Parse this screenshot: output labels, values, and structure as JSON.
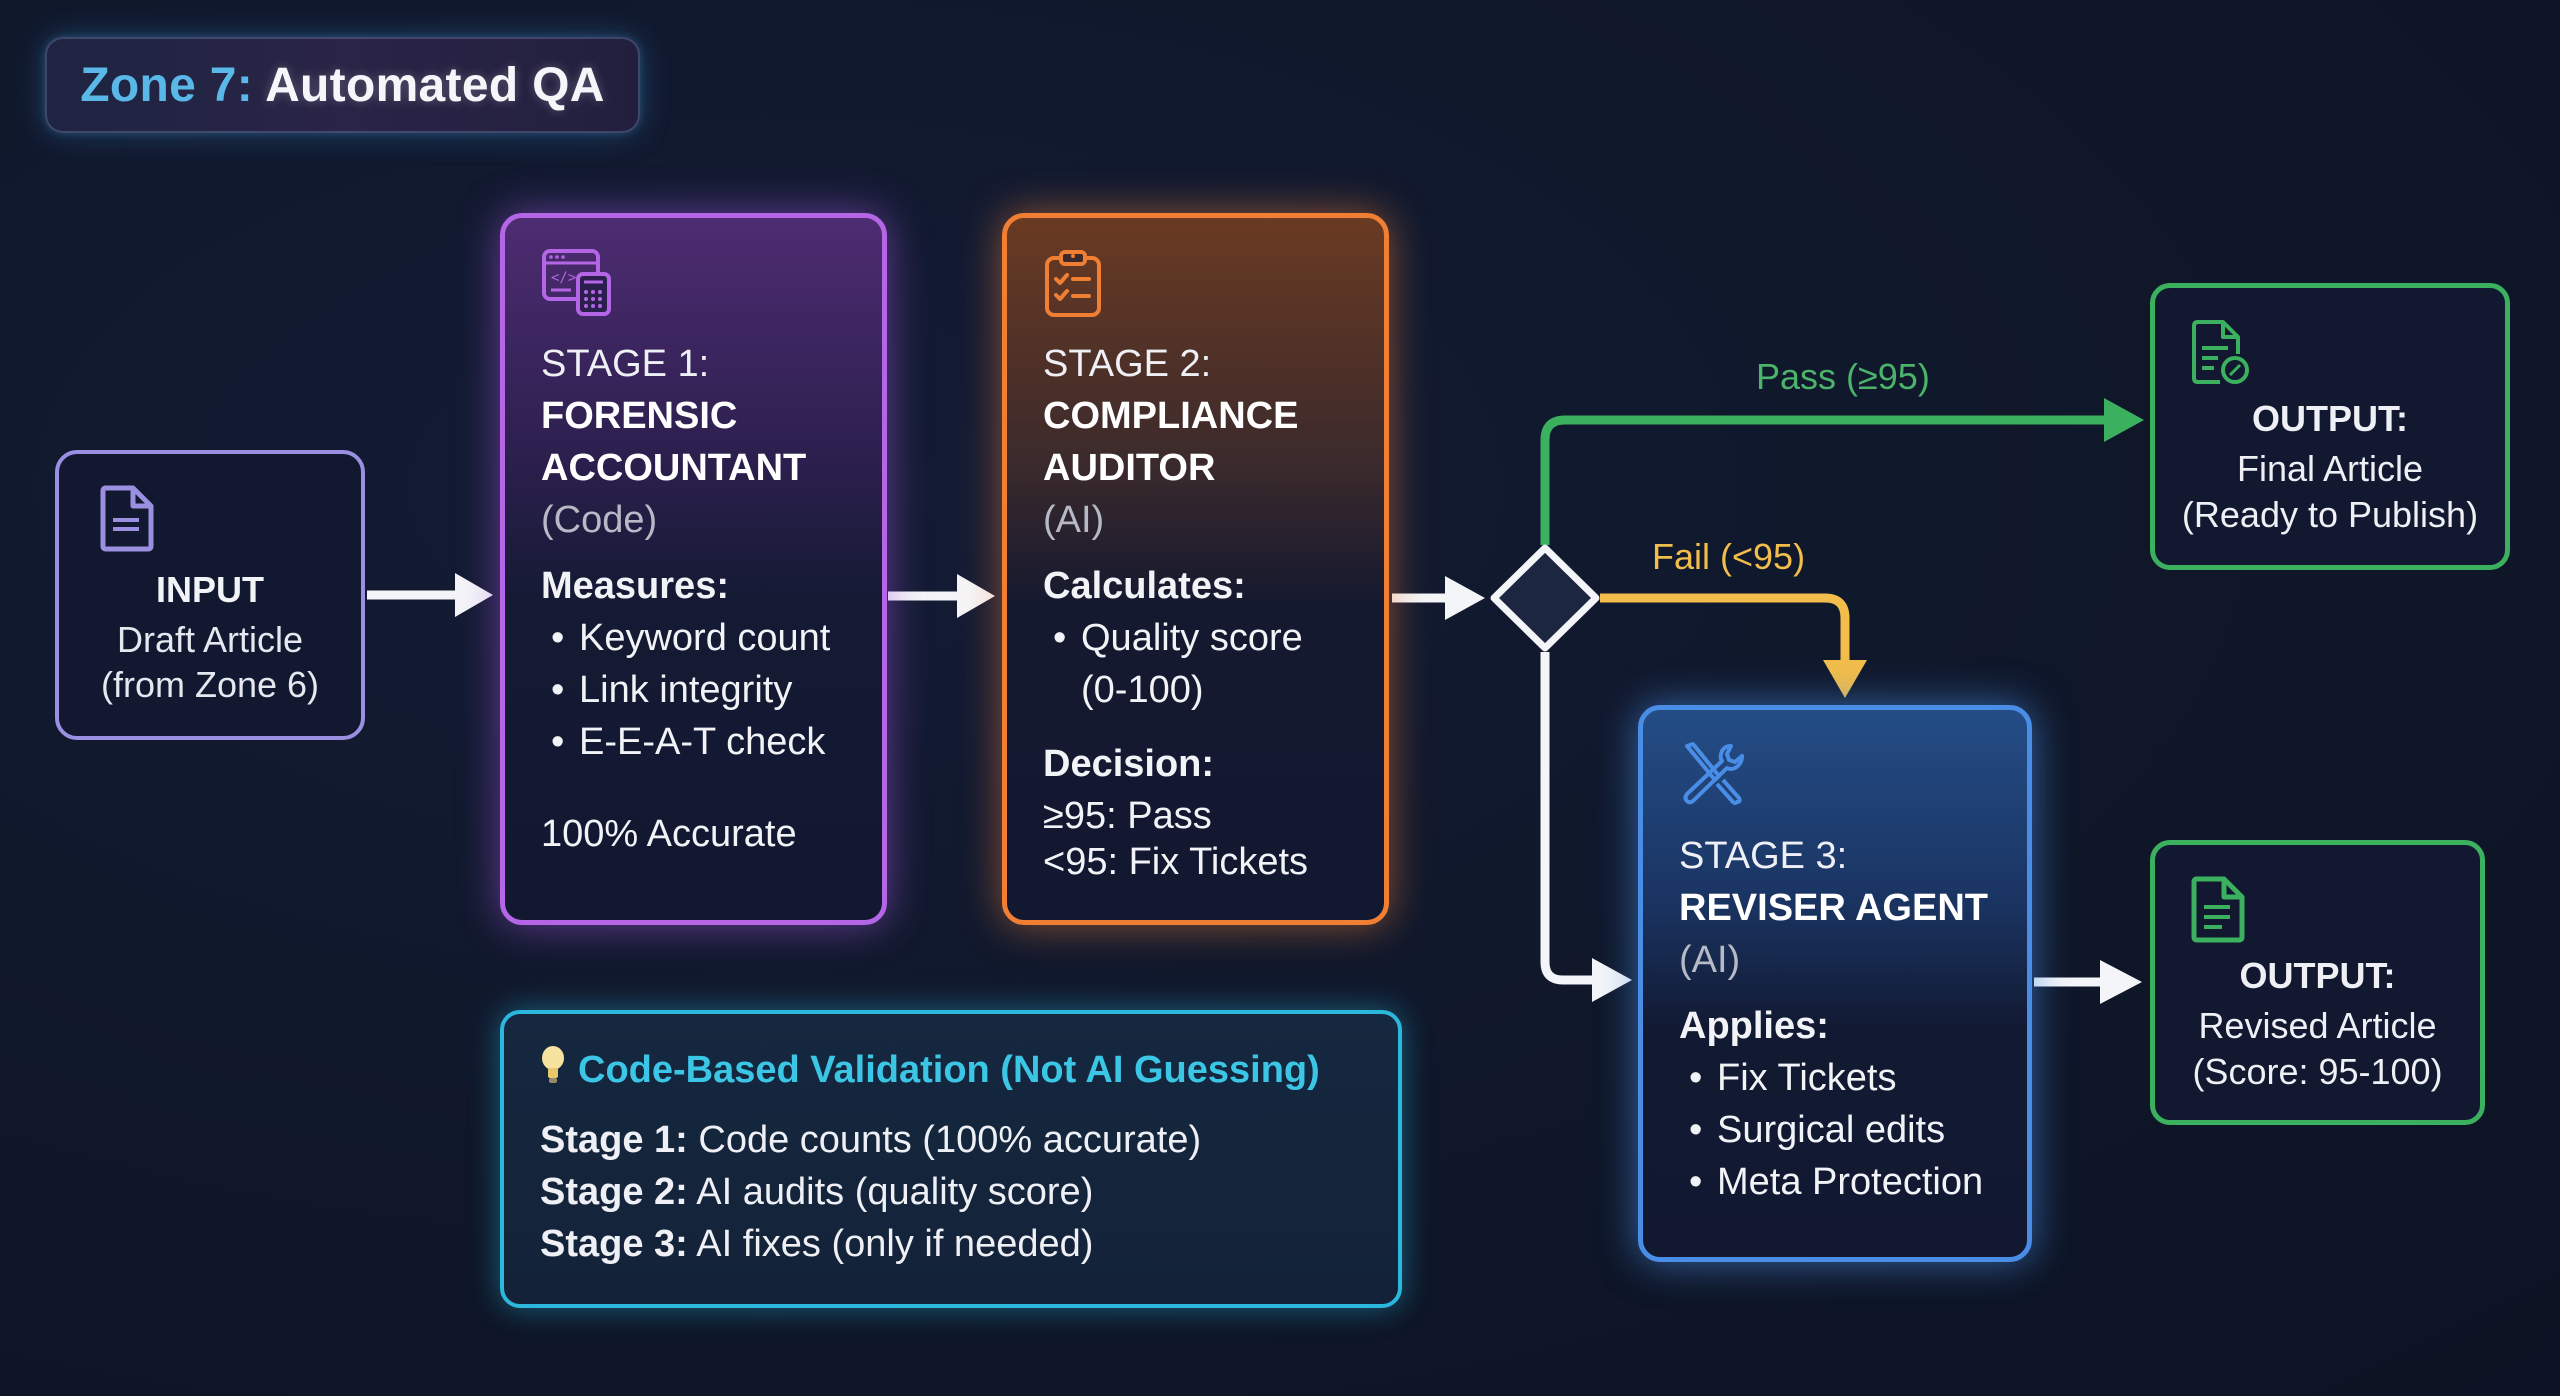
{
  "title": {
    "zone": "Zone 7:",
    "main": "Automated QA"
  },
  "colors": {
    "background": "#0f1729",
    "input": "#9a8fe0",
    "stage1": "#b566e6",
    "stage2": "#f07f33",
    "stage3": "#4a8de6",
    "output": "#3bb05e",
    "pass": "#3bb05e",
    "fail": "#f2bd4a",
    "legend": "#2bb8dc"
  },
  "input": {
    "icon": "document-icon",
    "label": "INPUT",
    "line1": "Draft Article",
    "line2": "(from Zone 6)"
  },
  "stage1": {
    "icon": "code-calculator-icon",
    "stage": "STAGE 1:",
    "name1": "FORENSIC",
    "name2": "ACCOUNTANT",
    "kind": "(Code)",
    "section": "Measures:",
    "items": [
      "Keyword count",
      "Link integrity",
      "E-E-A-T check"
    ],
    "note": "100% Accurate"
  },
  "stage2": {
    "icon": "clipboard-check-icon",
    "stage": "STAGE 2:",
    "name1": "COMPLIANCE",
    "name2": "AUDITOR",
    "kind": "(AI)",
    "section": "Calculates:",
    "items": [
      "Quality score"
    ],
    "item_cont": "(0-100)",
    "decision_label": "Decision:",
    "decisions": [
      "≥95: Pass",
      "<95: Fix Tickets"
    ]
  },
  "branches": {
    "pass": "Pass (≥95)",
    "fail": "Fail (<95)"
  },
  "stage3": {
    "icon": "tools-icon",
    "stage": "STAGE 3:",
    "name": "REVISER AGENT",
    "kind": "(AI)",
    "section": "Applies:",
    "items": [
      "Fix Tickets",
      "Surgical edits",
      "Meta Protection"
    ]
  },
  "output1": {
    "icon": "document-approved-icon",
    "label": "OUTPUT:",
    "line1": "Final Article",
    "line2": "(Ready to Publish)"
  },
  "output2": {
    "icon": "document-icon",
    "label": "OUTPUT:",
    "line1": "Revised Article",
    "line2": "(Score: 95-100)"
  },
  "legend": {
    "icon": "lightbulb-icon",
    "heading": "Code-Based Validation (Not AI Guessing)",
    "rows": [
      {
        "key": "Stage 1:",
        "text": "Code counts (100% accurate)"
      },
      {
        "key": "Stage 2:",
        "text": "AI audits (quality score)"
      },
      {
        "key": "Stage 3:",
        "text": "AI fixes (only if needed)"
      }
    ]
  }
}
